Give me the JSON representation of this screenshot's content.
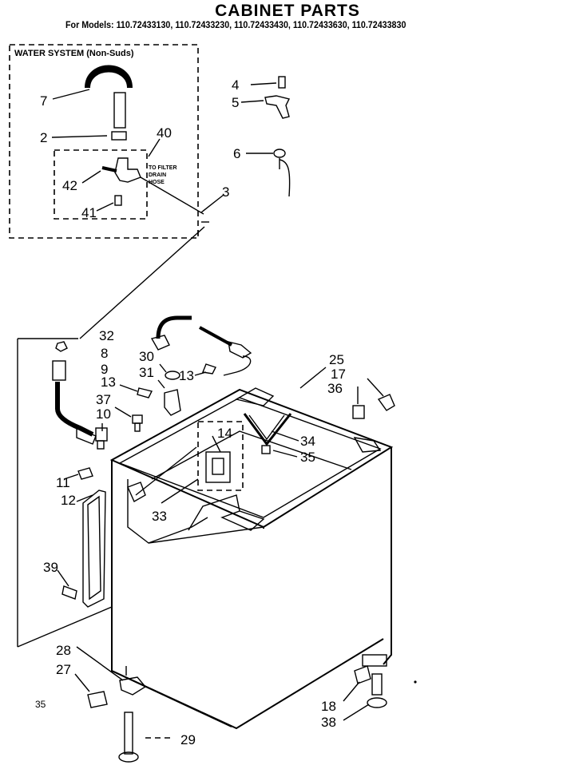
{
  "title": "CABINET PARTS",
  "models": "For Models: 110.72433130, 110.72433230, 110.72433430, 110.72433630, 110.72433830",
  "water_box": {
    "title": "WATER SYSTEM (Non-Suds)",
    "note_lines": [
      "TO FILTER",
      "DRAIN",
      "HOSE"
    ]
  },
  "callouts": {
    "c7": "7",
    "c2": "2",
    "c40": "40",
    "c42": "42",
    "c41": "41",
    "c4": "4",
    "c5": "5",
    "c6": "6",
    "c3": "3",
    "c32": "32",
    "c8": "8",
    "c9": "9",
    "c30": "30",
    "c31": "31",
    "c13a": "13",
    "c13b": "13",
    "c25": "25",
    "c17": "17",
    "c36": "36",
    "c37": "37",
    "c10": "10",
    "c14": "14",
    "c34": "34",
    "c35": "35",
    "c11": "11",
    "c12": "12",
    "c33": "33",
    "c39": "39",
    "c28": "28",
    "c27": "27",
    "c29": "29",
    "c18": "18",
    "c38": "38"
  },
  "page_mark": "35"
}
